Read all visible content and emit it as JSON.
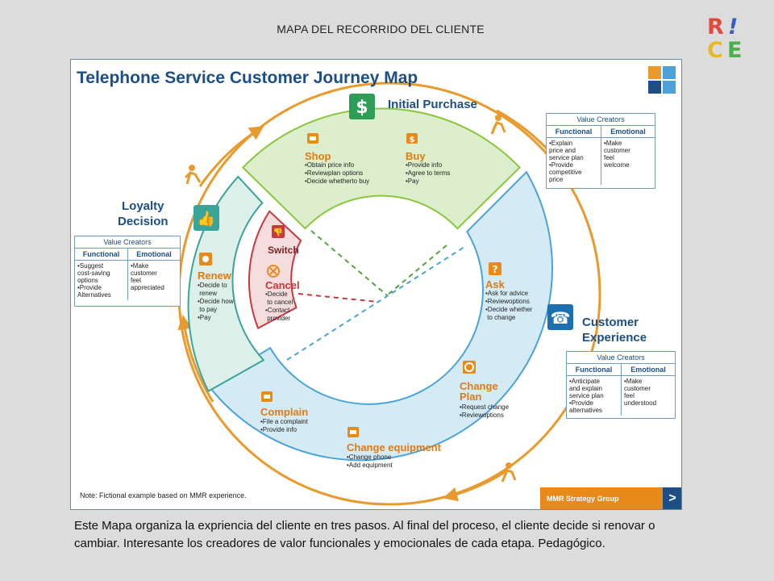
{
  "slide_title": "MAPA DEL RECORRIDO DEL CLIENTE",
  "logo": {
    "letters": [
      "R",
      "!",
      "C",
      "E"
    ],
    "colors": [
      "#e04a3c",
      "#3b5fc0",
      "#e9b923",
      "#48b14a"
    ]
  },
  "map": {
    "title": "Telephone Service Customer Journey Map",
    "stages": {
      "initial_purchase": "Initial Purchase",
      "customer_experience": [
        "Customer",
        "Experience"
      ],
      "loyalty_decision": [
        "Loyalty",
        "Decision"
      ]
    },
    "sections": {
      "shop": {
        "title": "Shop",
        "items": [
          "•Obtain price info",
          "•Reviewplan options",
          "•Decide whetherto buy"
        ]
      },
      "buy": {
        "title": "Buy",
        "items": [
          "•Provide info",
          "•Agree to terms",
          "•Pay"
        ]
      },
      "ask": {
        "title": "Ask",
        "items": [
          "•Ask for advice",
          "•Reviewoptions",
          "•Decide whether",
          " to change"
        ]
      },
      "change_plan": {
        "title": [
          "Change",
          "Plan"
        ],
        "items": [
          "•Request change",
          "•Reviewoptions"
        ]
      },
      "change_equipment": {
        "title": "Change equipment",
        "items": [
          "•Change phone",
          "•Add equipment"
        ]
      },
      "complain": {
        "title": "Complain",
        "items": [
          "•File a complaint",
          "•Provide info"
        ]
      },
      "renew": {
        "title": "Renew",
        "items": [
          "•Decide to",
          " renew",
          "•Decide how",
          " to pay",
          "•Pay"
        ]
      },
      "switch": {
        "title": "Switch"
      },
      "cancel": {
        "title": "Cancel",
        "items": [
          "•Decide",
          " to cancel",
          "•Contact",
          " provider"
        ]
      }
    },
    "value_creators": {
      "header": "Value Creators",
      "functional": "Functional",
      "emotional": "Emotional",
      "purchase": {
        "functional": [
          "•Explain",
          " price and",
          " service plan",
          "•Provide",
          " competitive",
          " price"
        ],
        "emotional": [
          "•Make",
          " customer",
          " feel",
          " welcome"
        ]
      },
      "experience": {
        "functional": [
          "•Anticipate",
          " and explain",
          " service plan",
          "•Provide",
          " alternatives"
        ],
        "emotional": [
          "•Make",
          " customer",
          " feel",
          " understood"
        ]
      },
      "loyalty": {
        "functional": [
          "•Suggest",
          " cost-saving",
          " options",
          "•Provide",
          " Alternatives"
        ],
        "emotional": [
          "•Make",
          " customer",
          " feel",
          " appreciated"
        ]
      }
    },
    "note": "Note: Fictional example based on MMR experience.",
    "brand": "MMR Strategy Group",
    "brand_arrow": ">",
    "colors": {
      "green": "#8cc63f",
      "blue": "#4ba3d8",
      "teal": "#3ba49a",
      "red": "#c8393d",
      "orange": "#e99a2c",
      "navy": "#1d4f85"
    }
  },
  "caption": "Este Mapa organiza la expriencia del cliente en tres pasos. Al final del proceso, el cliente decide si renovar o cambiar. Interesante los creadores de valor funcionales y emocionales de cada etapa. Pedagógico."
}
